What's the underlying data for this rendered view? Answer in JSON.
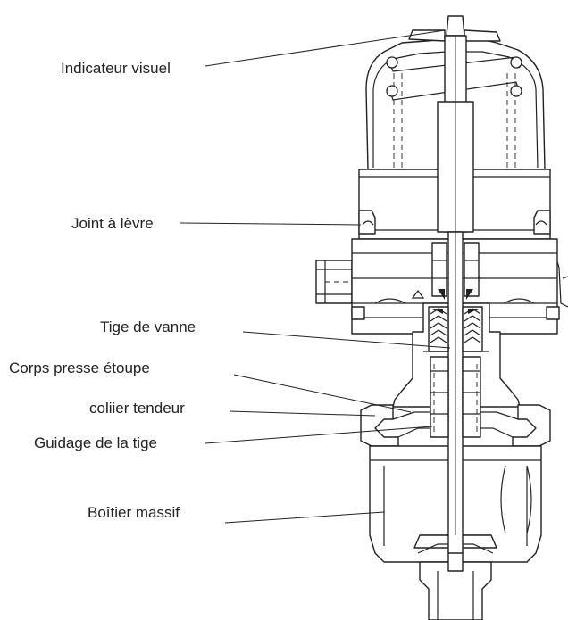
{
  "labels": {
    "indicateur_visuel": "Indicateur visuel",
    "joint_a_levre": "Joint à lèvre",
    "tige_de_vanne": "Tige de vanne",
    "corps_presse_etoupe": "Corps presse étoupe",
    "collier_tendeur": "coliier tendeur",
    "guidage_de_la_tige": "Guidage de la tige",
    "boitier_massif": "Boîtier massif"
  }
}
